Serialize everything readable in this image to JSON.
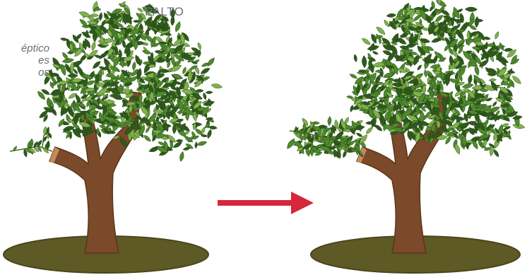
{
  "title": "PALTO",
  "side_note_fragments": [
    "éptico",
    "es",
    "os"
  ],
  "colors": {
    "ground": "#5e5a26",
    "ground_edge": "#4a461c",
    "trunk": "#7a4a2a",
    "trunk_dark": "#5c3519",
    "leaf_dark": "#2f5a1c",
    "leaf_mid": "#4f8a2c",
    "leaf_light": "#7fb24a",
    "arrow": "#d8263a"
  },
  "icons": {
    "transition_arrow": "arrow-right-icon"
  }
}
